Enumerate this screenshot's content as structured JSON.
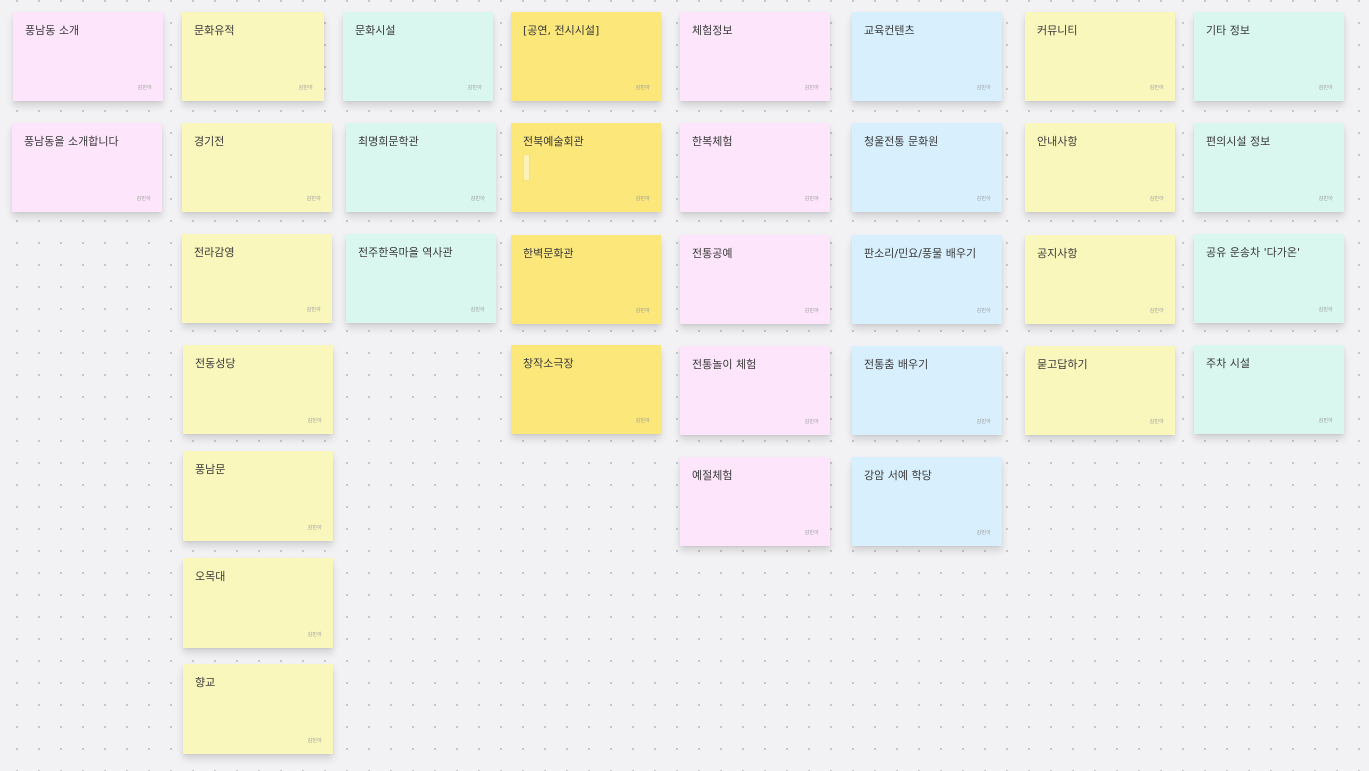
{
  "author": "김민아",
  "colors": {
    "pink": "#fde6fb",
    "lightyellow": "#faf7bd",
    "mint": "#d9f7ef",
    "yellow": "#fbe77a",
    "blue": "#d8f0fd",
    "board": "#f2f2f4"
  },
  "notes": [
    {
      "id": "n1",
      "title": "풍남동 소개",
      "color": "pink"
    },
    {
      "id": "n2",
      "title": "풍남동을 소개합니다",
      "color": "pink"
    },
    {
      "id": "n3",
      "title": "문화유적",
      "color": "lightyellow"
    },
    {
      "id": "n4",
      "title": "경기전",
      "color": "lightyellow"
    },
    {
      "id": "n5",
      "title": "전라감영",
      "color": "lightyellow"
    },
    {
      "id": "n6",
      "title": "전동성당",
      "color": "lightyellow"
    },
    {
      "id": "n7",
      "title": "풍남문",
      "color": "lightyellow"
    },
    {
      "id": "n8",
      "title": "오목대",
      "color": "lightyellow"
    },
    {
      "id": "n9",
      "title": "향교",
      "color": "lightyellow"
    },
    {
      "id": "n10",
      "title": "문화시설",
      "color": "mint"
    },
    {
      "id": "n11",
      "title": "최명희문학관",
      "color": "mint"
    },
    {
      "id": "n12",
      "title": "전주한옥마을 역사관",
      "color": "mint"
    },
    {
      "id": "n13",
      "title": "[공연, 전시시설]",
      "color": "yellow"
    },
    {
      "id": "n14",
      "title": "전북예술회관",
      "color": "yellow"
    },
    {
      "id": "n15",
      "title": "한벽문화관",
      "color": "yellow"
    },
    {
      "id": "n16",
      "title": "창작소극장",
      "color": "yellow"
    },
    {
      "id": "n17",
      "title": "체험정보",
      "color": "pink"
    },
    {
      "id": "n18",
      "title": "한복체험",
      "color": "pink"
    },
    {
      "id": "n19",
      "title": "전통공예",
      "color": "pink"
    },
    {
      "id": "n20",
      "title": "전통놀이 체험",
      "color": "pink"
    },
    {
      "id": "n21",
      "title": "예절체험",
      "color": "pink"
    },
    {
      "id": "n22",
      "title": "교육컨텐츠",
      "color": "blue"
    },
    {
      "id": "n23",
      "title": "청울전통 문화원",
      "color": "blue"
    },
    {
      "id": "n24",
      "title": "판소리/민요/풍물 배우기",
      "color": "blue"
    },
    {
      "id": "n25",
      "title": "전통춤 배우기",
      "color": "blue"
    },
    {
      "id": "n26",
      "title": "강암 서예 학당",
      "color": "blue"
    },
    {
      "id": "n27",
      "title": "커뮤니티",
      "color": "lightyellow"
    },
    {
      "id": "n28",
      "title": "안내사항",
      "color": "lightyellow"
    },
    {
      "id": "n29",
      "title": "공지사항",
      "color": "lightyellow"
    },
    {
      "id": "n30",
      "title": "묻고답하기",
      "color": "lightyellow"
    },
    {
      "id": "n31",
      "title": "기타 정보",
      "color": "mint"
    },
    {
      "id": "n32",
      "title": "편의시설 정보",
      "color": "mint"
    },
    {
      "id": "n33",
      "title": "공유 운송차 '다가온'",
      "color": "mint"
    },
    {
      "id": "n34",
      "title": "주차 시설",
      "color": "mint"
    }
  ]
}
